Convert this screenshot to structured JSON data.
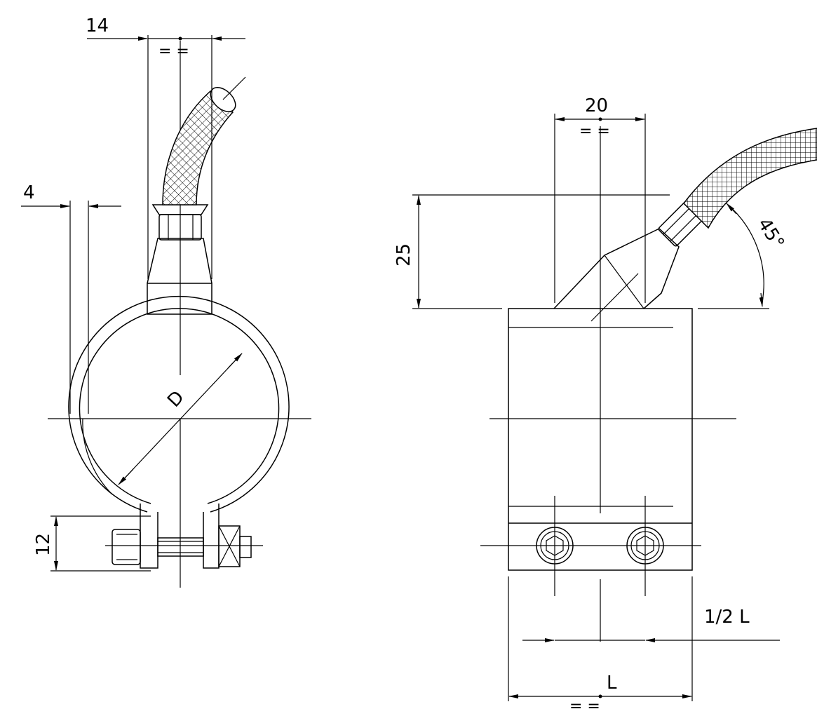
{
  "drawing": {
    "line_color": "#000000",
    "background": "#ffffff",
    "dimensions": {
      "cable_width": "14",
      "wall_offset": "4",
      "clamp_height": "12",
      "diameter": "D",
      "outlet_width": "20",
      "outlet_height": "25",
      "outlet_angle": "45°",
      "half_length": "1/2 L",
      "length": "L",
      "symmetry_mark": "= ="
    }
  }
}
